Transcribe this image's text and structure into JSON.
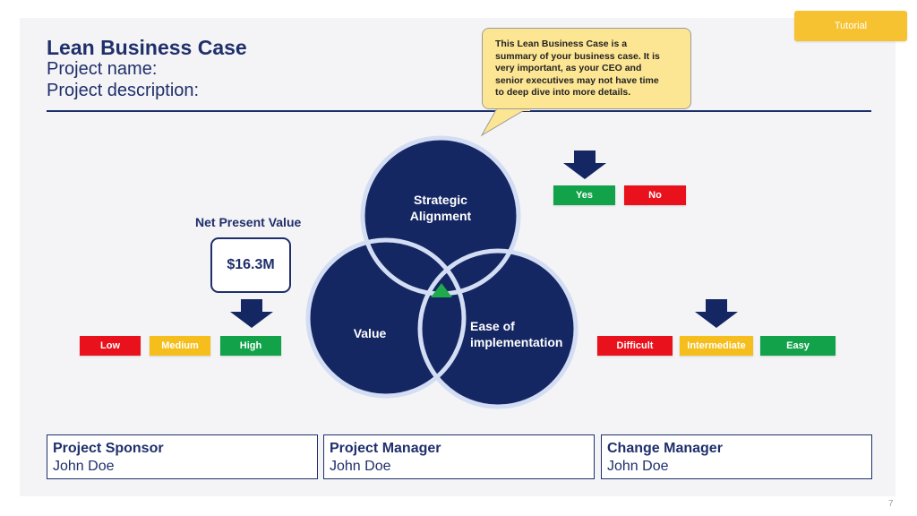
{
  "tutorial_label": "Tutorial",
  "header": {
    "title": "Lean Business Case",
    "project_name": "Project name:",
    "project_description": "Project description:"
  },
  "callout": {
    "lines": [
      "This Lean Business Case is a",
      "summary of your business case. It is",
      "very important, as your CEO and",
      "senior executives may not have time",
      "to deep dive into more details."
    ]
  },
  "venn": {
    "strategic_line1": "Strategic",
    "strategic_line2": "Alignment",
    "value": "Value",
    "ease_line1": "Ease of",
    "ease_line2": "implementation",
    "circle_color": "#142763",
    "outline_color": "#d3ddf3",
    "center_color": "#1faa4b"
  },
  "strategic": {
    "yes": "Yes",
    "no": "No"
  },
  "npv": {
    "label": "Net Present Value",
    "value": "$16.3M",
    "low": "Low",
    "medium": "Medium",
    "high": "High"
  },
  "ease": {
    "difficult": "Difficult",
    "intermediate": "Intermediate",
    "easy": "Easy"
  },
  "roles": [
    {
      "title": "Project Sponsor",
      "name": "John Doe"
    },
    {
      "title": "Project Manager",
      "name": "John Doe"
    },
    {
      "title": "Change Manager",
      "name": "John Doe"
    }
  ],
  "page_number": "7",
  "colors": {
    "navy": "#1f2f6b",
    "red": "#e8111c",
    "amber": "#f5be1c",
    "green": "#12a24a",
    "callout_fill": "#fde693",
    "tutorial_tab": "#f7c231"
  }
}
